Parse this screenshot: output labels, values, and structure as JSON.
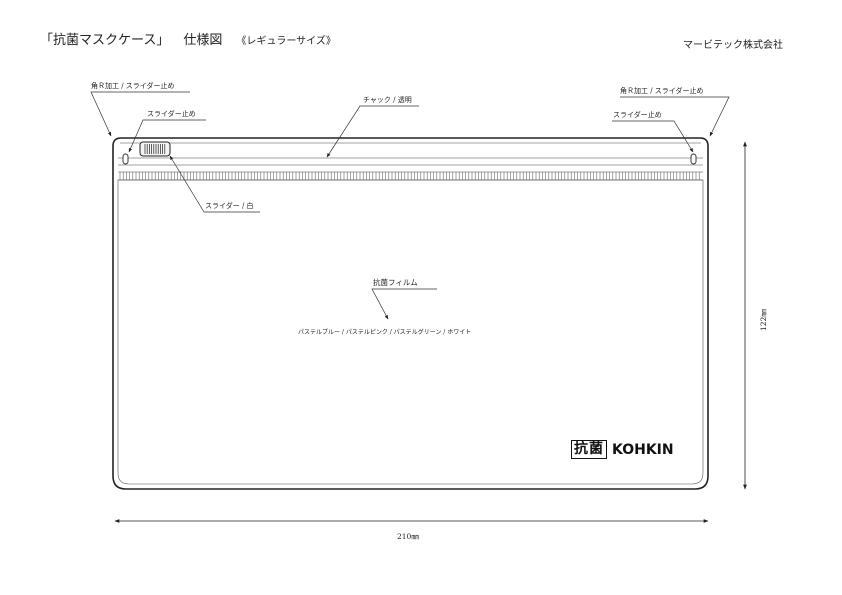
{
  "header": {
    "title": "「抗菌マスクケース」",
    "spec": "仕様図",
    "size_note": "《レギュラーサイズ》",
    "company": "マービテック株式会社"
  },
  "labels": {
    "corner_left": "角Ｒ加工 / スライダー止め",
    "corner_right": "角Ｒ加工 / スライダー止め",
    "slider_stop_left": "スライダー止め",
    "slider_stop_right": "スライダー止め",
    "zipper": "チャック / 透明",
    "slider": "スライダー / 白",
    "film": "抗菌フィルム",
    "colors": "パステルブルー / パステルピンク / パステルグリーン / ホワイト"
  },
  "logo": {
    "mark": "抗菌",
    "text": "KOHKIN"
  },
  "dimensions": {
    "width": "210㎜",
    "height": "122㎜"
  }
}
